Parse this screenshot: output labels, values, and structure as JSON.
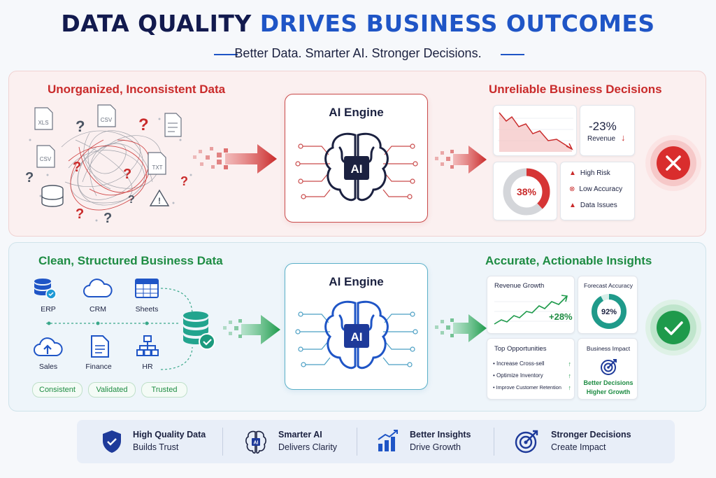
{
  "header": {
    "title_part1": "DATA QUALITY",
    "title_part2": "DRIVES BUSINESS OUTCOMES",
    "subtitle": "Better Data. Smarter AI. Stronger Decisions."
  },
  "bad_flow": {
    "input_heading": "Unorganized, Inconsistent Data",
    "file_labels": [
      "XLS",
      "CSV",
      "CSV",
      "TXT"
    ],
    "engine_title": "AI Engine",
    "engine_badge": "AI",
    "output_heading": "Unreliable Business Decisions",
    "metric_value": "-23%",
    "metric_label": "Revenue",
    "donut_value": "38%",
    "donut_fraction": 0.38,
    "issues": [
      "High Risk",
      "Low Accuracy",
      "Data Issues"
    ]
  },
  "good_flow": {
    "input_heading": "Clean, Structured Business Data",
    "sources": [
      "ERP",
      "CRM",
      "Sheets",
      "Sales",
      "Finance",
      "HR"
    ],
    "tags": [
      "Consistent",
      "Validated",
      "Trusted"
    ],
    "engine_title": "AI Engine",
    "engine_badge": "AI",
    "output_heading": "Accurate, Actionable Insights",
    "revenue_card_title": "Revenue Growth",
    "revenue_value": "+28%",
    "forecast_card_title": "Forecast Accuracy",
    "forecast_value": "92%",
    "forecast_fraction": 0.92,
    "opportunities_title": "Top Opportunities",
    "opportunities": [
      "Increase Cross-sell",
      "Optimize Inventory",
      "Improve Customer Retention"
    ],
    "impact_title": "Business Impact",
    "impact_line1": "Better Decisions",
    "impact_line2": "Higher Growth"
  },
  "footer": [
    {
      "title": "High Quality Data",
      "desc": "Builds Trust",
      "icon": "shield-check-icon"
    },
    {
      "title": "Smarter AI",
      "desc": "Delivers Clarity",
      "icon": "ai-brain-icon"
    },
    {
      "title": "Better Insights",
      "desc": "Drive Growth",
      "icon": "bar-chart-icon"
    },
    {
      "title": "Stronger Decisions",
      "desc": "Create Impact",
      "icon": "target-icon"
    }
  ],
  "colors": {
    "navy": "#121a4e",
    "blue": "#1f55c6",
    "red": "#c92a2a",
    "green": "#1e8c43",
    "teal": "#1f9a8a"
  }
}
